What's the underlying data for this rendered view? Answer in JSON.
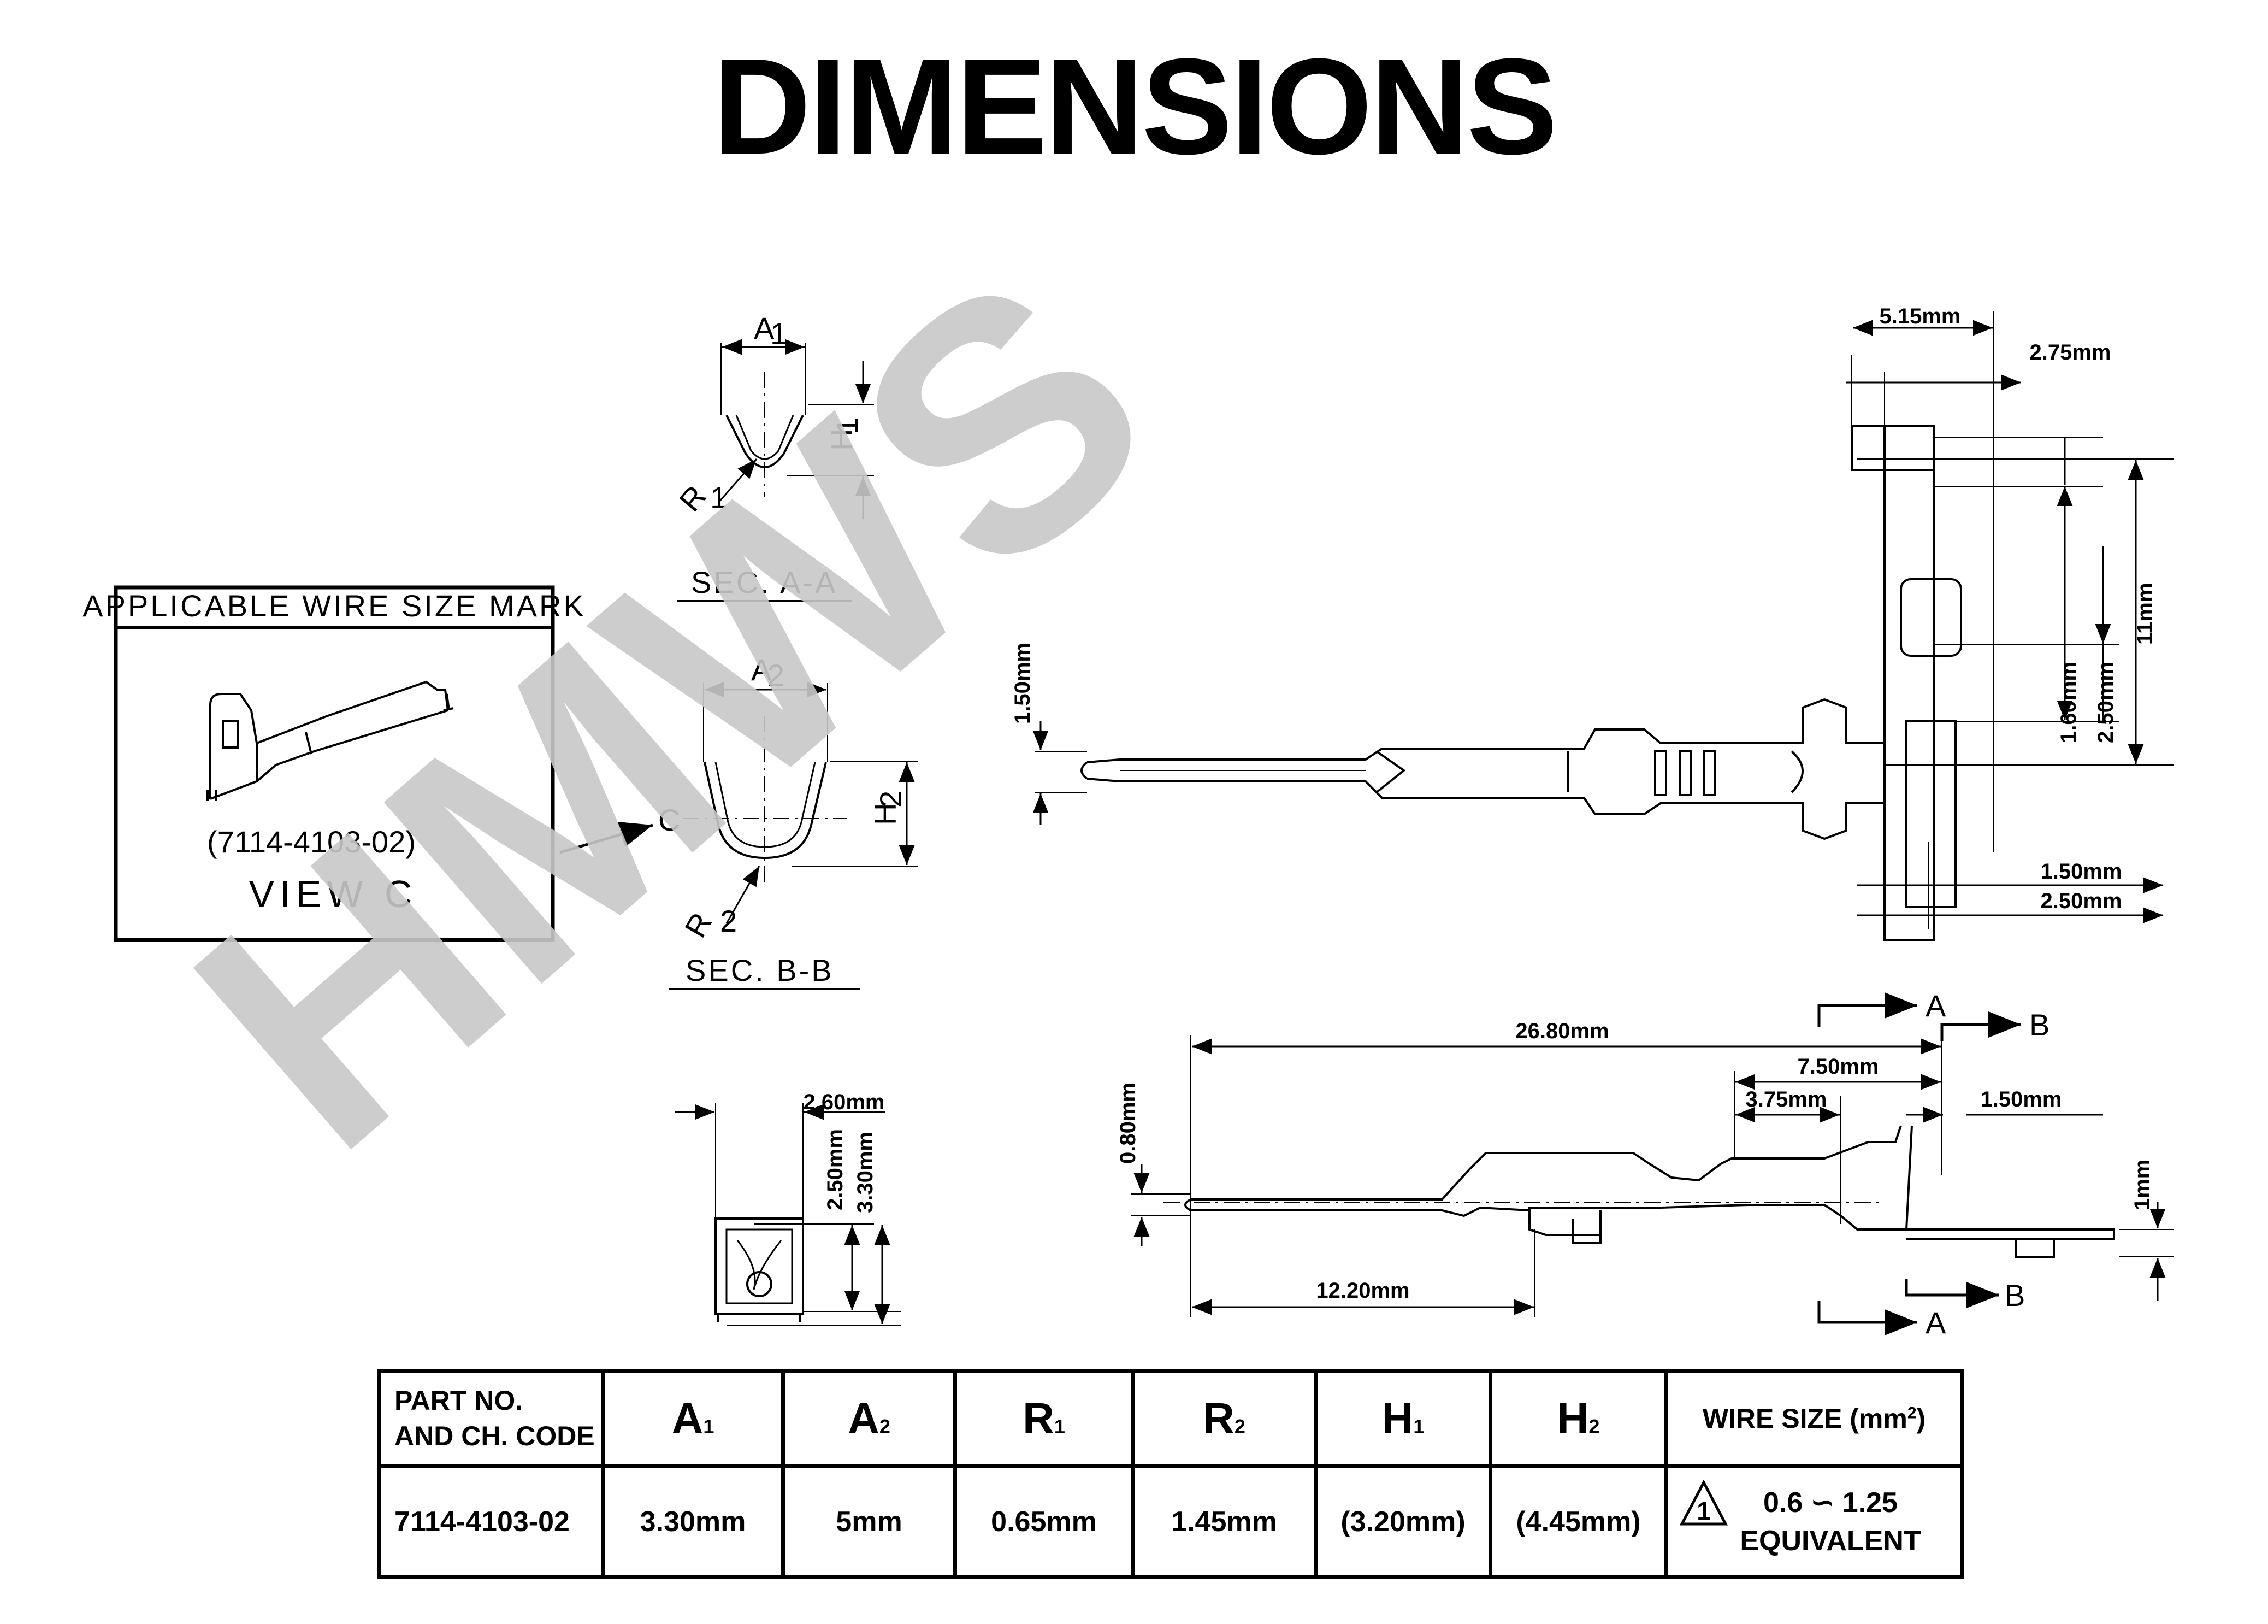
{
  "title": "DIMENSIONS",
  "watermark": "HMWS",
  "view_c": {
    "header": "APPLICABLE WIRE SIZE MARK",
    "part_label": "(7114-4103-02)",
    "view_label": "VIEW C",
    "pointer_label": "C"
  },
  "sections": {
    "aa": {
      "label": "SEC. A-A",
      "a": "A",
      "a_sub": "1",
      "h": "H",
      "h_sub": "1",
      "r": "R",
      "r_sub": "1"
    },
    "bb": {
      "label": "SEC. B-B",
      "a": "A",
      "a_sub": "2",
      "h": "H",
      "h_sub": "2",
      "r": "R",
      "r_sub": "2"
    }
  },
  "front_view": {
    "width": "2.60mm",
    "h1": "2.50mm",
    "h2": "3.30mm"
  },
  "top_view": {
    "dims": {
      "pin_height": "1.50mm",
      "w515": "5.15mm",
      "w275": "2.75mm",
      "h11": "11mm",
      "h160": "1.60mm",
      "h250": "2.50mm",
      "w150": "1.50mm",
      "w250": "2.50mm"
    }
  },
  "side_view": {
    "dims": {
      "total": "26.80mm",
      "d750": "7.50mm",
      "d375": "3.75mm",
      "d150": "1.50mm",
      "d080": "0.80mm",
      "d1": "1mm",
      "d1220": "12.20mm"
    },
    "markers": {
      "a": "A",
      "b": "B"
    }
  },
  "table": {
    "header_part": [
      "PART NO.",
      "AND CH. CODE"
    ],
    "cols": [
      {
        "letter": "A",
        "sub": "1"
      },
      {
        "letter": "A",
        "sub": "2"
      },
      {
        "letter": "R",
        "sub": "1"
      },
      {
        "letter": "R",
        "sub": "2"
      },
      {
        "letter": "H",
        "sub": "1"
      },
      {
        "letter": "H",
        "sub": "2"
      }
    ],
    "wire_header": "WIRE SIZE (mm",
    "wire_header_sup": "2",
    "wire_header_end": ")",
    "row": {
      "part": "7114-4103-02",
      "values": [
        "3.30mm",
        "5mm",
        "0.65mm",
        "1.45mm",
        "(3.20mm)",
        "(4.45mm)"
      ],
      "wire_range": "0.6 ∽ 1.25",
      "wire_note": "EQUIVALENT",
      "warn_mark": "1"
    }
  }
}
